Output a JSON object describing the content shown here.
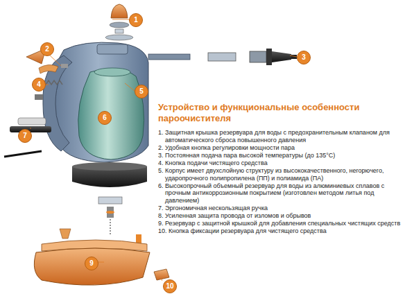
{
  "diagram": {
    "title": "Устройство и функциональные особенности пароочистителя",
    "labels": [
      "1",
      "2",
      "3",
      "4",
      "5",
      "6",
      "7",
      "9",
      "10",
      "1. Защитная крышка резервуара для воды с предохранительным клапаном для автоматического сброса повышенного давления",
      "2. Удобная кнопка регулировки мощности пара",
      "3. Постоянная подача пара высокой температуры (до 135°С)",
      "4. Кнопка подачи чистящего средства",
      "5. Корпус имеет двухслойную структуру из высококачественного, негорючего, ударопрочного полипропилена (ПП) и полиамида (ПА)",
      "6. Высокопрочный объемный резервуар для воды из алюминиевых сплавов с прочным антикоррозионным покрытием (изготовлен методом литья под давлением)",
      "7. Эргономичная нескользящая ручка",
      "8. Усиленная защита провода от изломов и обрывов",
      "9. Резервуар с защитной крышкой для добавления специальных чистящих средств",
      "10. Кнопка фиксации резервуара для чистящего средства"
    ]
  }
}
